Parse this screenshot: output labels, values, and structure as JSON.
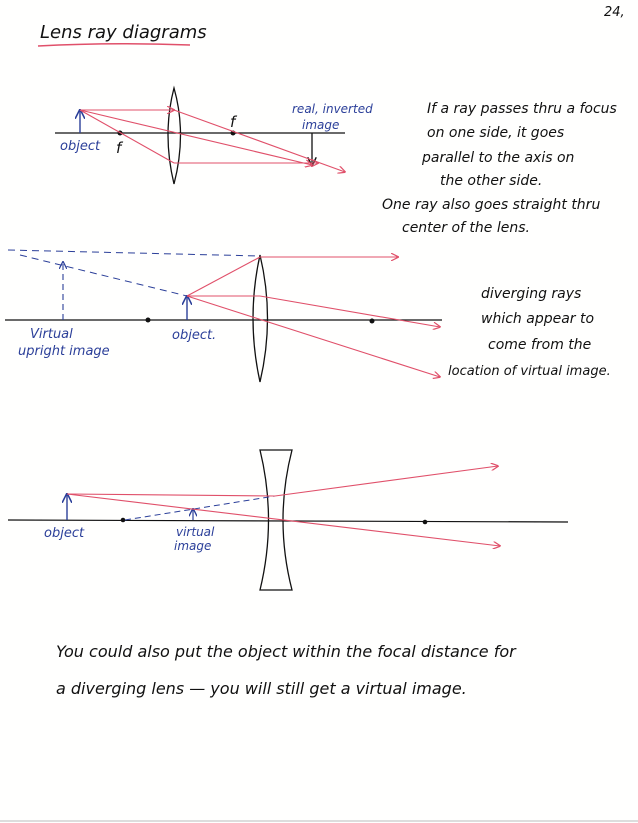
{
  "page": {
    "number": "24,",
    "title": "Lens ray diagrams"
  },
  "diagram1": {
    "object_label": "object",
    "focal_left": "f",
    "focal_right": "f",
    "image_label_line1": "real, inverted",
    "image_label_line2": "image",
    "note_lines": [
      "If a ray passes thru a focus",
      "on one side, it goes",
      "parallel to the axis on",
      "the other side.",
      "One ray also goes straight thru",
      "center of  the lens."
    ]
  },
  "diagram2": {
    "virtual_label_line1": "Virtual",
    "virtual_label_line2": "upright image",
    "object_label": "object.",
    "note_lines": [
      "diverging rays",
      "which appear to",
      "come from the",
      "location of virtual image."
    ]
  },
  "diagram3": {
    "object_label": "object",
    "virtual_label_line1": "virtual",
    "virtual_label_line2": "image"
  },
  "footer": {
    "lines": [
      "You could also put the object within the focal distance for",
      "a diverging lens — you will still get a virtual image."
    ]
  },
  "colors": {
    "ink": "#111111",
    "blue_ink": "#2b3f99",
    "red_ray": "#e0506a"
  }
}
